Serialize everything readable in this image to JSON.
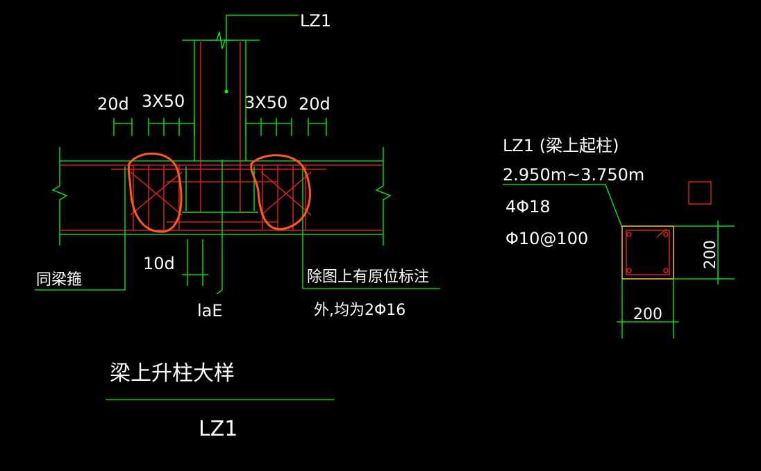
{
  "drawing": {
    "colors": {
      "background": "#000000",
      "outline": "#00ff00",
      "rebar": "#ff2020",
      "text": "#ffffff",
      "markup": "#ff5a1a",
      "section_border": "#ffcc00"
    },
    "detail": {
      "column_tag": "LZ1",
      "dim_20d_left": "20d",
      "dim_3x50_left": "3X50",
      "dim_3x50_right": "3X50",
      "dim_20d_right": "20d",
      "dim_10d": "10d",
      "dim_lae": "laE",
      "note_left": "同梁箍",
      "note_right_line1": "除图上有原位标注",
      "note_right_line2": "外,均为2Φ16",
      "title": "梁上升柱大样",
      "subtitle": "LZ1"
    },
    "section": {
      "tag": "LZ1 (梁上起柱)",
      "elevation": "2.950m~3.750m",
      "main_bars": "4Φ18",
      "stirrups": "Φ10@100",
      "dim_height": "200",
      "dim_width": "200"
    }
  }
}
